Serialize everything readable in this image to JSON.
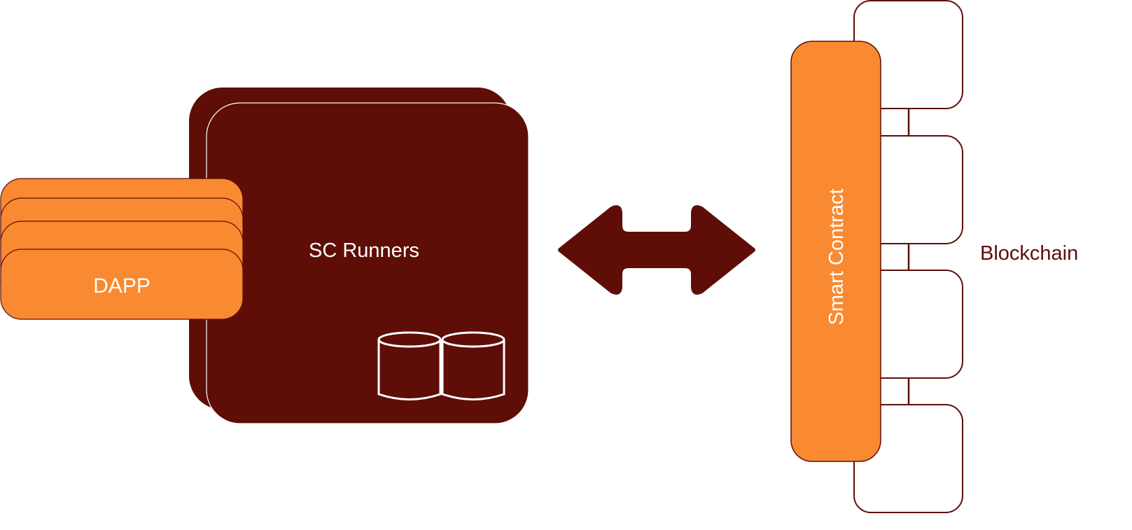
{
  "diagram": {
    "title": "",
    "colors": {
      "dark": "#5e0e07",
      "orange": "#f98a31",
      "white": "#ffffff"
    },
    "nodes": {
      "dapp": {
        "label": "DAPP",
        "stack_count": 4
      },
      "sc_runners": {
        "label": "SC Runners",
        "stack_count": 2,
        "icon": "database-icon",
        "db_count": 2
      },
      "smart_contract": {
        "label": "Smart Contract"
      },
      "blockchain": {
        "label": "Blockchain",
        "block_count": 4
      }
    },
    "edges": [
      {
        "from": "sc_runners",
        "to": "smart_contract",
        "type": "bidirectional-arrow"
      }
    ]
  }
}
